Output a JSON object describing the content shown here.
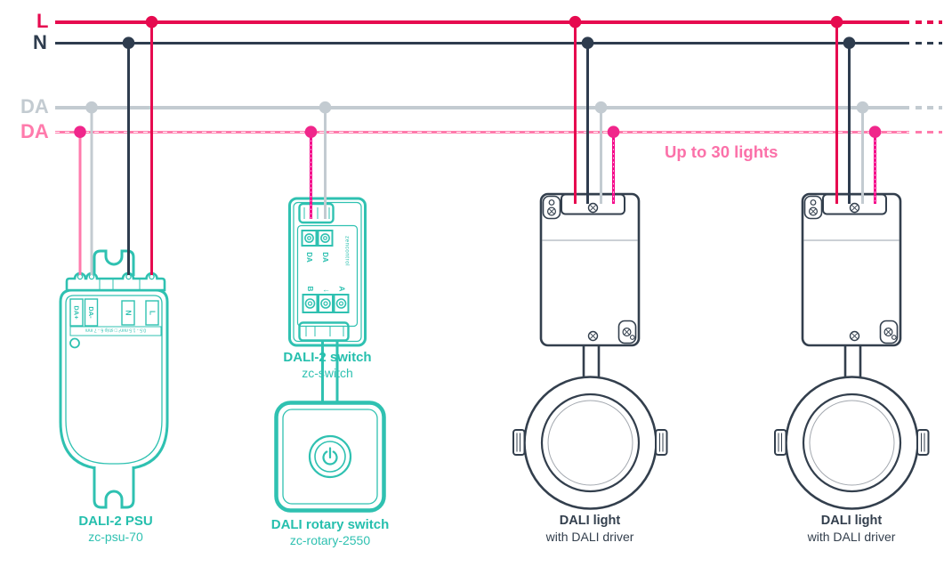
{
  "buses": {
    "l": {
      "label": "L",
      "color": "#e60a4f"
    },
    "n": {
      "label": "N",
      "color": "#2e3c4e"
    },
    "da": {
      "label": "DA",
      "color": "#c3cbd1"
    },
    "dap": {
      "label": "DA",
      "color": "#ff7bac"
    }
  },
  "annotation": {
    "up_to_lights": "Up to 30 lights",
    "color": "#fb71a9"
  },
  "devices": {
    "psu": {
      "name": "DALI-2 PSU",
      "model": "zc-psu-70",
      "terminals": [
        "DA+",
        "DA-",
        "N",
        "L"
      ],
      "strip_text": "0.5 - 1.5 mm² □ strip 6 - 7 mm"
    },
    "switch": {
      "name": "DALI-2 switch",
      "model": "zc-switch",
      "brand": "zencontrol",
      "top_terminals": [
        "DA",
        "DA"
      ],
      "bottom_terminals": [
        "B",
        "←",
        "A"
      ]
    },
    "rotary": {
      "name": "DALI rotary switch",
      "model": "zc-rotary-2550"
    },
    "light1": {
      "name": "DALI light",
      "sub": "with DALI driver"
    },
    "light2": {
      "name": "DALI light",
      "sub": "with DALI driver"
    }
  },
  "colors": {
    "live": "#e60a4f",
    "neutral": "#2e3c4e",
    "dali_bus": "#c3cbd1",
    "dali_control": "#ff7bac",
    "pink_accent": "#f5078a",
    "teal": "#2fc1b1",
    "navy": "#333f4d"
  }
}
